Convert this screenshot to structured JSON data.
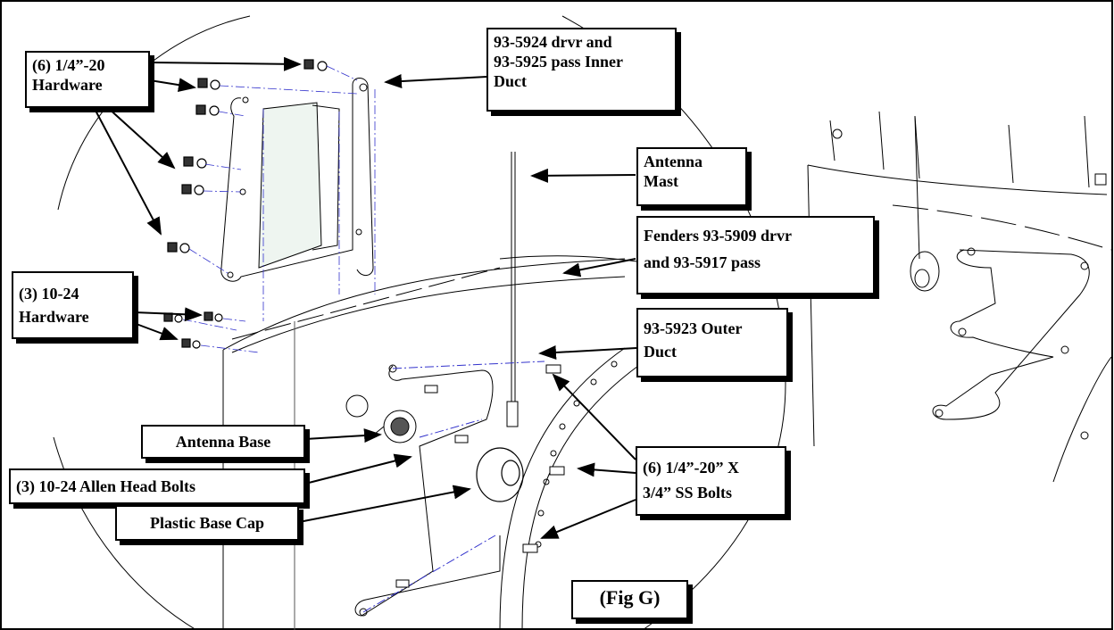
{
  "labels": {
    "hw_quarter": "(6) 1/4”-20\nHardware",
    "inner_duct": "93-5924 drvr and\n93-5925 pass Inner\nDuct",
    "antenna_mast": "Antenna\nMast",
    "fenders": "Fenders 93-5909 drvr\nand 93-5917 pass",
    "hw_1024": "(3) 10-24\nHardware",
    "outer_duct": "93-5923 Outer\nDuct",
    "antenna_base": "Antenna Base",
    "allen_bolts": "(3) 10-24 Allen Head Bolts",
    "ss_bolts": "(6) 1/4”-20” X\n3/4” SS Bolts",
    "base_cap": "Plastic Base Cap",
    "fig": "(Fig G)"
  }
}
